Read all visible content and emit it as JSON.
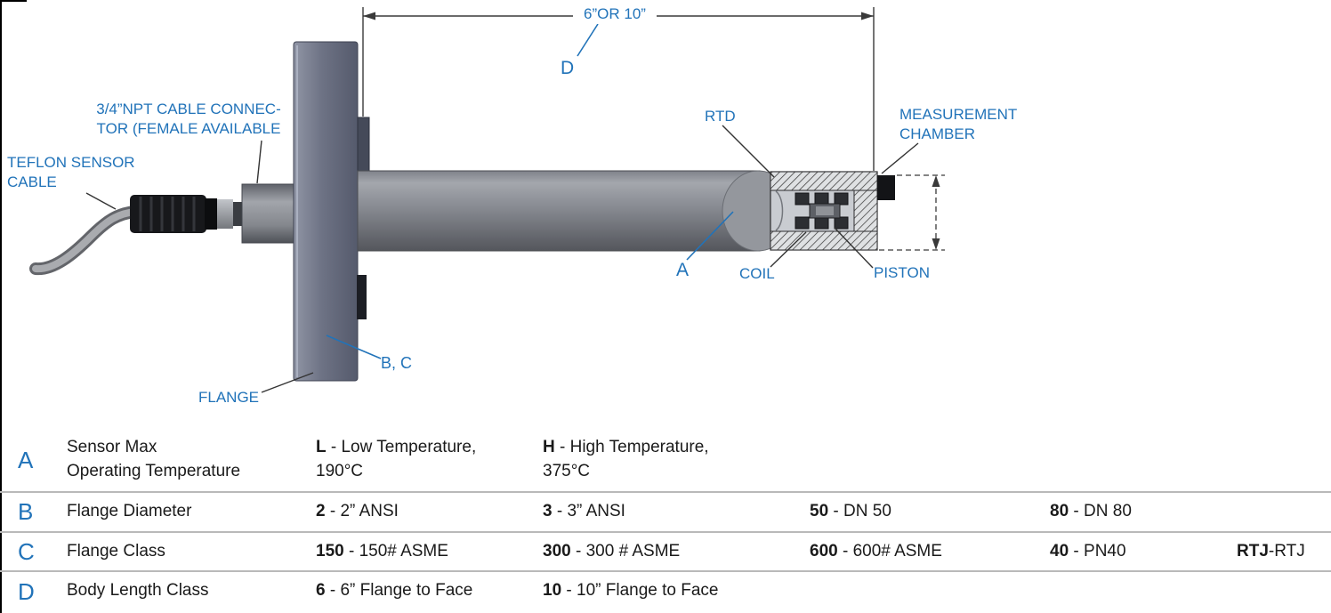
{
  "diagram": {
    "dimension_label": "6”OR 10”",
    "labels": {
      "d": "D",
      "cable_connector": "3/4”NPT CABLE CONNEC-\nTOR (FEMALE AVAILABLE",
      "teflon_cable": "TEFLON SENSOR\nCABLE",
      "rtd": "RTD",
      "measurement_chamber": "MEASUREMENT\nCHAMBER",
      "a": "A",
      "coil": "COIL",
      "piston": "PISTON",
      "b_c": "B, C",
      "flange": "FLANGE"
    },
    "colors": {
      "accent_blue": "#2173B9",
      "body_gray": "#84878e",
      "flange_gray": "#6d7284"
    }
  },
  "table": {
    "rows": [
      {
        "key": "A",
        "name": "Sensor Max\nOperating Temperature",
        "options": [
          {
            "code": "L",
            "rest": " - Low Temperature,\n190°C"
          },
          {
            "code": "H",
            "rest": " -  High Temperature,\n375°C"
          }
        ]
      },
      {
        "key": "B",
        "name": "Flange Diameter",
        "options": [
          {
            "code": "2",
            "rest": " - 2” ANSI"
          },
          {
            "code": "3",
            "rest": " - 3” ANSI"
          },
          {
            "code": "50",
            "rest": " - DN 50"
          },
          {
            "code": "80",
            "rest": " - DN 80"
          }
        ]
      },
      {
        "key": "C",
        "name": "Flange Class",
        "options": [
          {
            "code": "150",
            "rest": " - 150# ASME"
          },
          {
            "code": "300",
            "rest": " - 300 # ASME"
          },
          {
            "code": "600",
            "rest": " - 600# ASME"
          },
          {
            "code": "40",
            "rest": " - PN40"
          },
          {
            "code": "RTJ",
            "rest": "-RTJ"
          }
        ]
      },
      {
        "key": "D",
        "name": "Body Length Class",
        "options": [
          {
            "code": "6",
            "rest": " - 6” Flange to Face"
          },
          {
            "code": "10",
            "rest": " - 10” Flange to Face"
          }
        ]
      }
    ]
  }
}
